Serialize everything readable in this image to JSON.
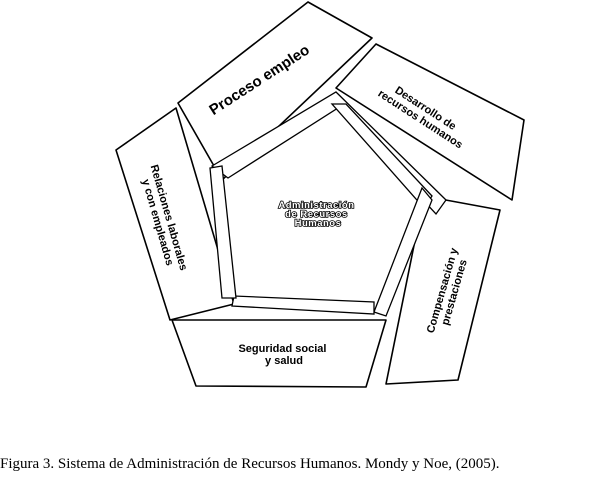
{
  "diagram": {
    "center": {
      "lines": [
        "Administración",
        "de Recursos",
        "Humanos"
      ]
    },
    "panels": {
      "proceso": {
        "lines": [
          "Proceso empleo"
        ]
      },
      "desarrollo": {
        "lines": [
          "Desarrollo de",
          "recursos humanos"
        ]
      },
      "compensacion": {
        "lines": [
          "Compensación y",
          "prestaciones"
        ]
      },
      "seguridad": {
        "lines": [
          "Seguridad social",
          "y salud"
        ]
      },
      "relaciones": {
        "lines": [
          "Relaciones laborales",
          "y con empleados"
        ]
      }
    }
  },
  "caption": "Figura 3.  Sistema de Administración de Recursos Humanos. Mondy y Noe, (2005)."
}
